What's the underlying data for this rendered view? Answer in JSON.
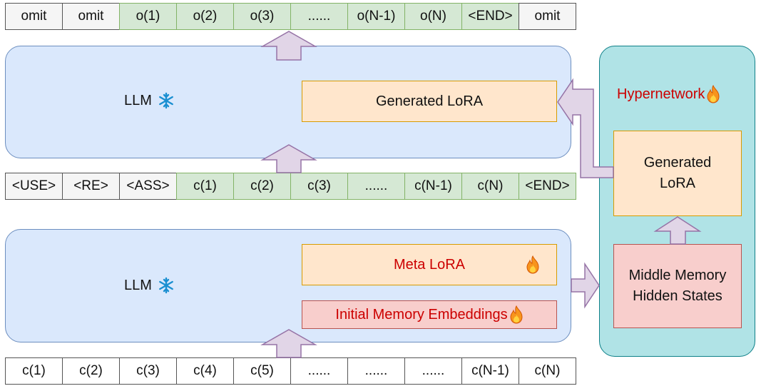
{
  "output_tokens": [
    {
      "text": "omit",
      "style": "gray"
    },
    {
      "text": "omit",
      "style": "gray"
    },
    {
      "text": "o(1)",
      "style": "green"
    },
    {
      "text": "o(2)",
      "style": "green"
    },
    {
      "text": "o(3)",
      "style": "green"
    },
    {
      "text": "......",
      "style": "green"
    },
    {
      "text": "o(N-1)",
      "style": "green"
    },
    {
      "text": "o(N)",
      "style": "green"
    },
    {
      "text": "<END>",
      "style": "green"
    },
    {
      "text": "omit",
      "style": "gray"
    }
  ],
  "middle_tokens": [
    {
      "text": "<USE>",
      "style": "gray"
    },
    {
      "text": "<RE>",
      "style": "gray"
    },
    {
      "text": "<ASS>",
      "style": "gray"
    },
    {
      "text": "c(1)",
      "style": "green"
    },
    {
      "text": "c(2)",
      "style": "green"
    },
    {
      "text": "c(3)",
      "style": "green"
    },
    {
      "text": "......",
      "style": "green"
    },
    {
      "text": "c(N-1)",
      "style": "green"
    },
    {
      "text": "c(N)",
      "style": "green"
    },
    {
      "text": "<END>",
      "style": "green"
    }
  ],
  "input_tokens": [
    {
      "text": "c(1)",
      "style": "white"
    },
    {
      "text": "c(2)",
      "style": "white"
    },
    {
      "text": "c(3)",
      "style": "white"
    },
    {
      "text": "c(4)",
      "style": "white"
    },
    {
      "text": "c(5)",
      "style": "white"
    },
    {
      "text": "......",
      "style": "white"
    },
    {
      "text": "......",
      "style": "white"
    },
    {
      "text": "......",
      "style": "white"
    },
    {
      "text": "c(N-1)",
      "style": "white"
    },
    {
      "text": "c(N)",
      "style": "white"
    }
  ],
  "top_llm": {
    "label": "LLM",
    "icon": "snowflake-icon",
    "lora_label": "Generated LoRA"
  },
  "bottom_llm": {
    "label": "LLM",
    "icon": "snowflake-icon",
    "meta_lora_label": "Meta LoRA",
    "memory_label": "Initial Memory Embeddings",
    "trainable_icon": "fire-icon"
  },
  "hypernetwork": {
    "label": "Hypernetwork",
    "lora_label_line1": "Generated",
    "lora_label_line2": "LoRA",
    "hidden_line1": "Middle Memory",
    "hidden_line2": "Hidden States",
    "trainable_icon": "fire-icon"
  },
  "colors": {
    "arrow_fill": "#e1d5e7",
    "arrow_stroke": "#9673a6",
    "red_text": "#cc0000"
  }
}
